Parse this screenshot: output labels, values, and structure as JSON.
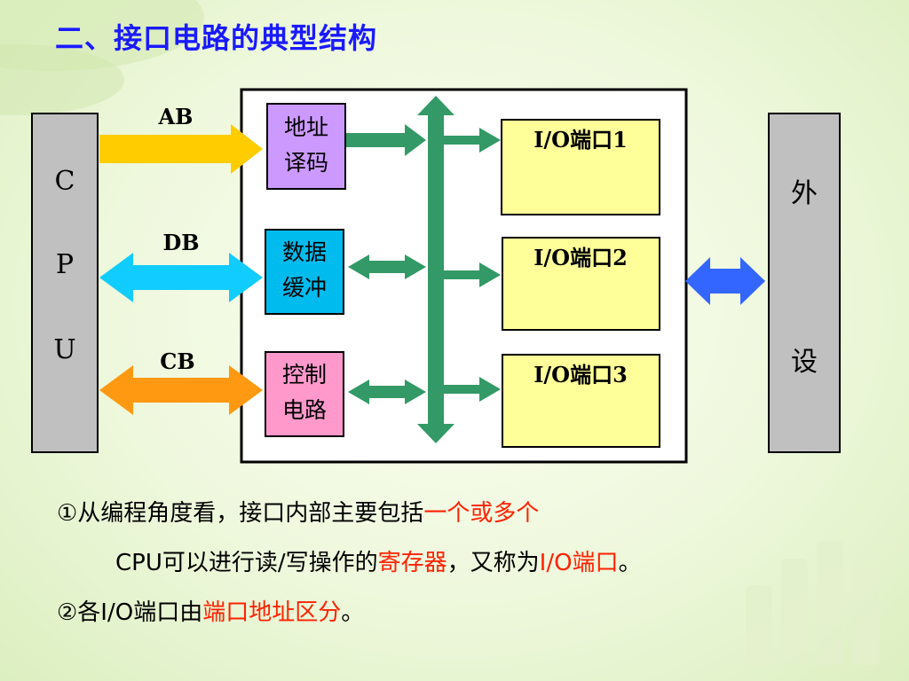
{
  "title": "二、接口电路的典型结构",
  "diagram": {
    "cpu_chars": [
      "C",
      "P",
      "U"
    ],
    "peripheral_chars": [
      "外",
      "设"
    ],
    "buses": {
      "ab": "AB",
      "db": "DB",
      "cb": "CB"
    },
    "blocks": {
      "addr_decode": [
        "地址",
        "译码"
      ],
      "data_buffer": [
        "数据",
        "缓冲"
      ],
      "control": [
        "控制",
        "电路"
      ]
    },
    "ports": [
      "I/O端口1",
      "I/O端口2",
      "I/O端口3"
    ]
  },
  "notes": {
    "line1_prefix": "①从编程角度看，接口内部主要包括",
    "line1_hl": "一个或多个",
    "line2_a": "CPU可以进行读/写操作的",
    "line2_hl1": "寄存器",
    "line2_b": "，又称为",
    "line2_hl2": "I/O端口",
    "line2_c": "。",
    "line3_a": "②各I/O端口由",
    "line3_hl": "端口地址区分",
    "line3_b": "。"
  },
  "colors": {
    "title": "#1a1aff",
    "ab_arrow": "#ffcc00",
    "db_arrow": "#11ccff",
    "cb_arrow": "#ff9911",
    "internal_bus": "#339966",
    "peripheral_arrow": "#3366ff",
    "addr_box": "#cc99ff",
    "data_box": "#00bbee",
    "ctrl_box": "#ff99cc",
    "port_box": "#ffff99",
    "highlight": "#ff2200"
  }
}
